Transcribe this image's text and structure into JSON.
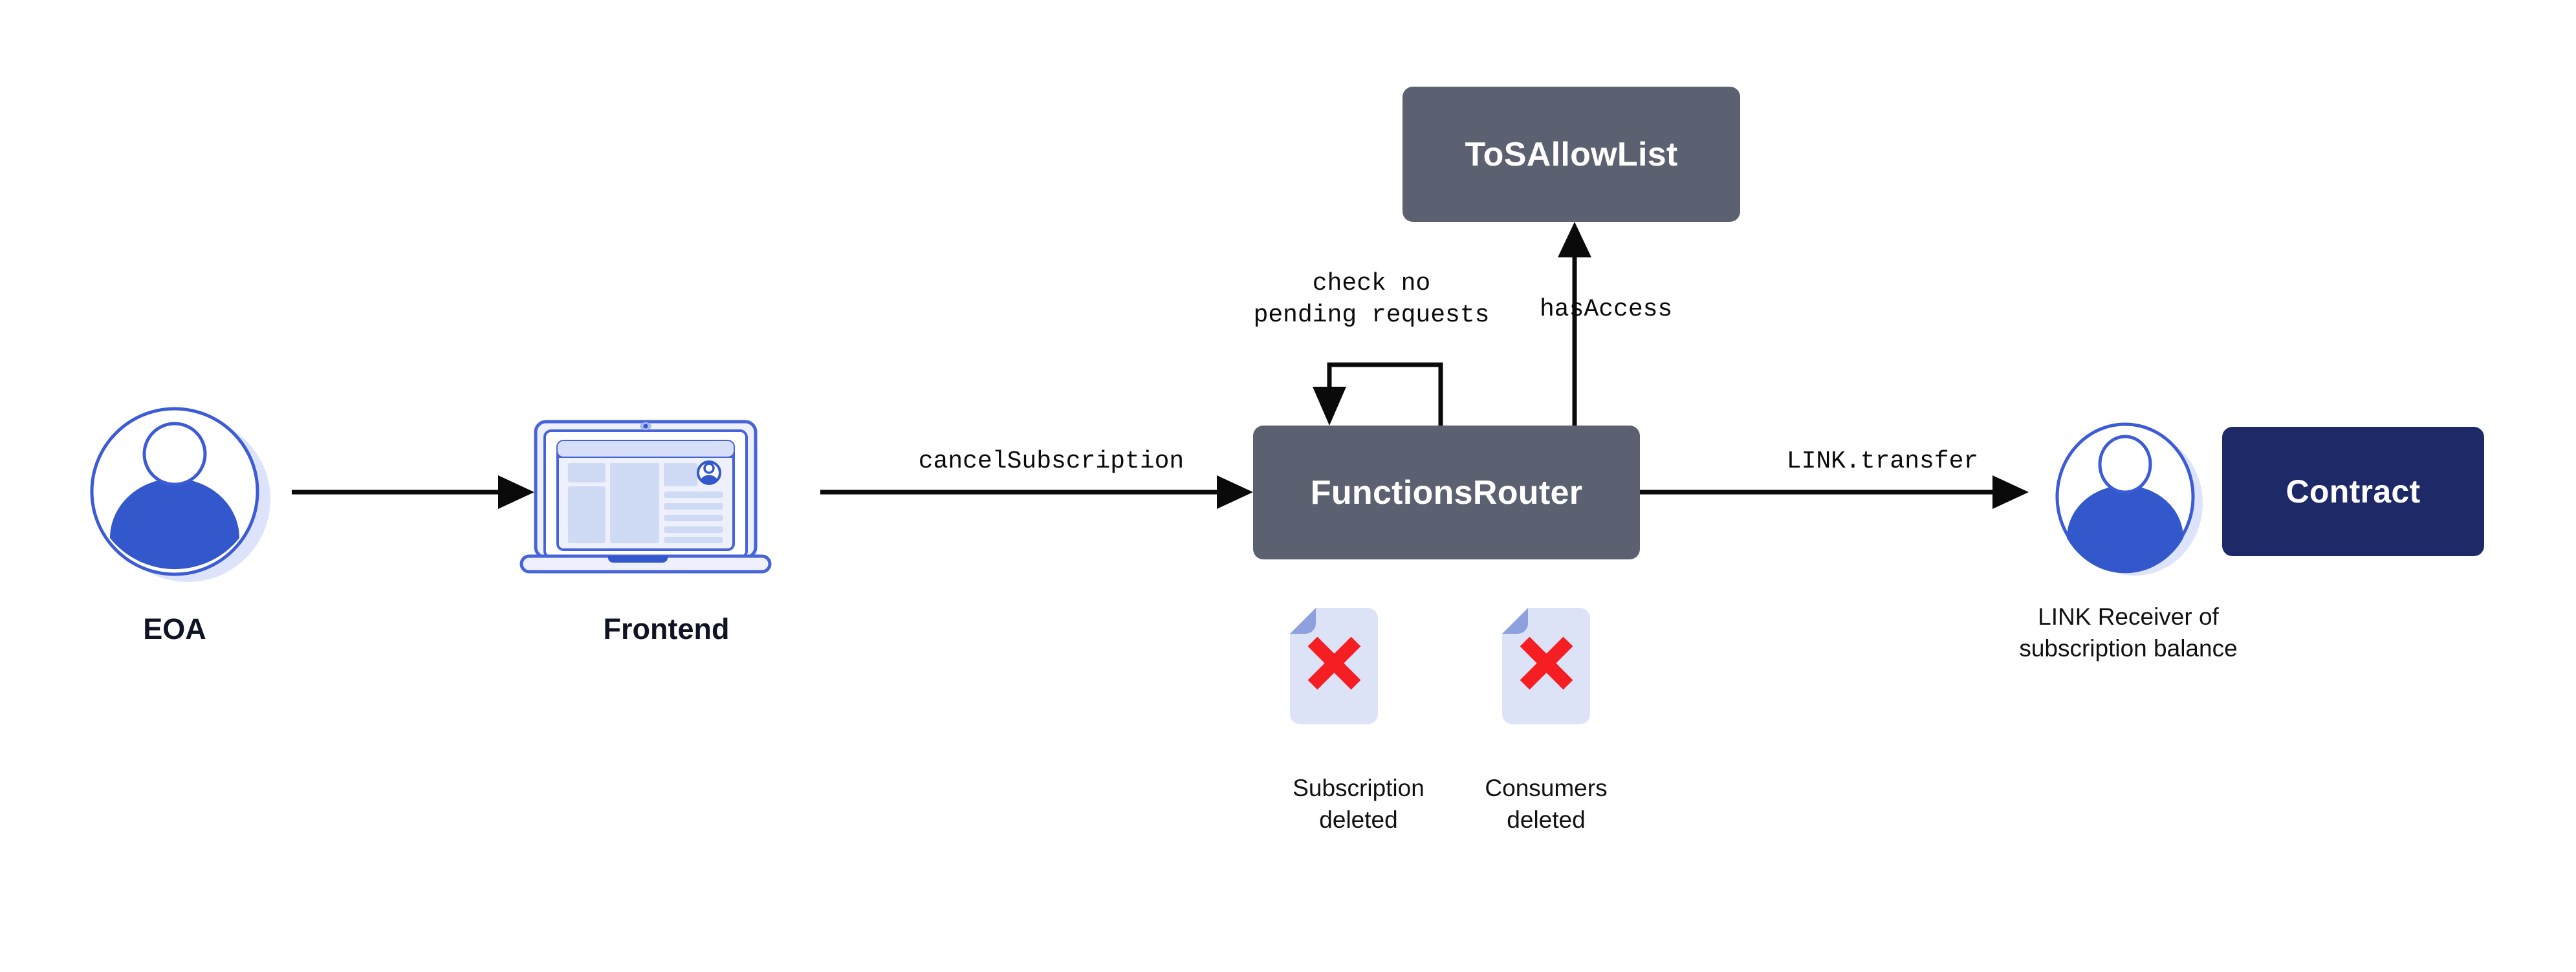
{
  "diagram": {
    "title": "Chainlink Functions subscription cancellation flow",
    "background": "#ffffff",
    "colors": {
      "slate_box": "#5B6171",
      "navy_box": "#1E2A68",
      "arrow": "#0A0A0A",
      "avatar_stroke": "#3C5BD6",
      "avatar_body": "#3258CC",
      "avatar_shadow": "#DCE3FA",
      "doc_page": "#DDE3F7",
      "doc_fold": "#8FA0DE",
      "doc_cross": "#F51E22",
      "laptop_stroke": "#4663D9",
      "laptop_fill": "#EEF1FD",
      "caption_text": "#0E1424"
    }
  },
  "nodes": {
    "eoa": {
      "label": "EOA",
      "icon": "user-avatar-icon"
    },
    "frontend": {
      "label": "Frontend",
      "icon": "laptop-browser-icon"
    },
    "tos_allow_list": {
      "label": "ToSAllowList",
      "kind": "contract-box"
    },
    "functions_router": {
      "label": "FunctionsRouter",
      "kind": "contract-box"
    },
    "link_receiver": {
      "label_line1": "LINK Receiver of",
      "label_line2": "subscription balance",
      "icon": "user-avatar-icon"
    },
    "contract": {
      "label": "Contract",
      "kind": "contract-box"
    }
  },
  "artifacts": [
    {
      "icon": "document-deleted-icon",
      "label_line1": "Subscription",
      "label_line2": "deleted"
    },
    {
      "icon": "document-deleted-icon",
      "label_line1": "Consumers",
      "label_line2": "deleted"
    }
  ],
  "edges": [
    {
      "id": "eoa-to-frontend",
      "from": "eoa",
      "to": "frontend",
      "label": ""
    },
    {
      "id": "frontend-to-router",
      "from": "frontend",
      "to": "functions_router",
      "label": "cancelSubscription"
    },
    {
      "id": "router-to-receiver",
      "from": "functions_router",
      "to": "link_receiver",
      "label": "LINK.transfer"
    },
    {
      "id": "router-to-tosallowlist",
      "from": "functions_router",
      "to": "tos_allow_list",
      "label": "hasAccess"
    },
    {
      "id": "router-self-loop",
      "from": "functions_router",
      "to": "functions_router",
      "label": "check no\npending requests"
    }
  ]
}
